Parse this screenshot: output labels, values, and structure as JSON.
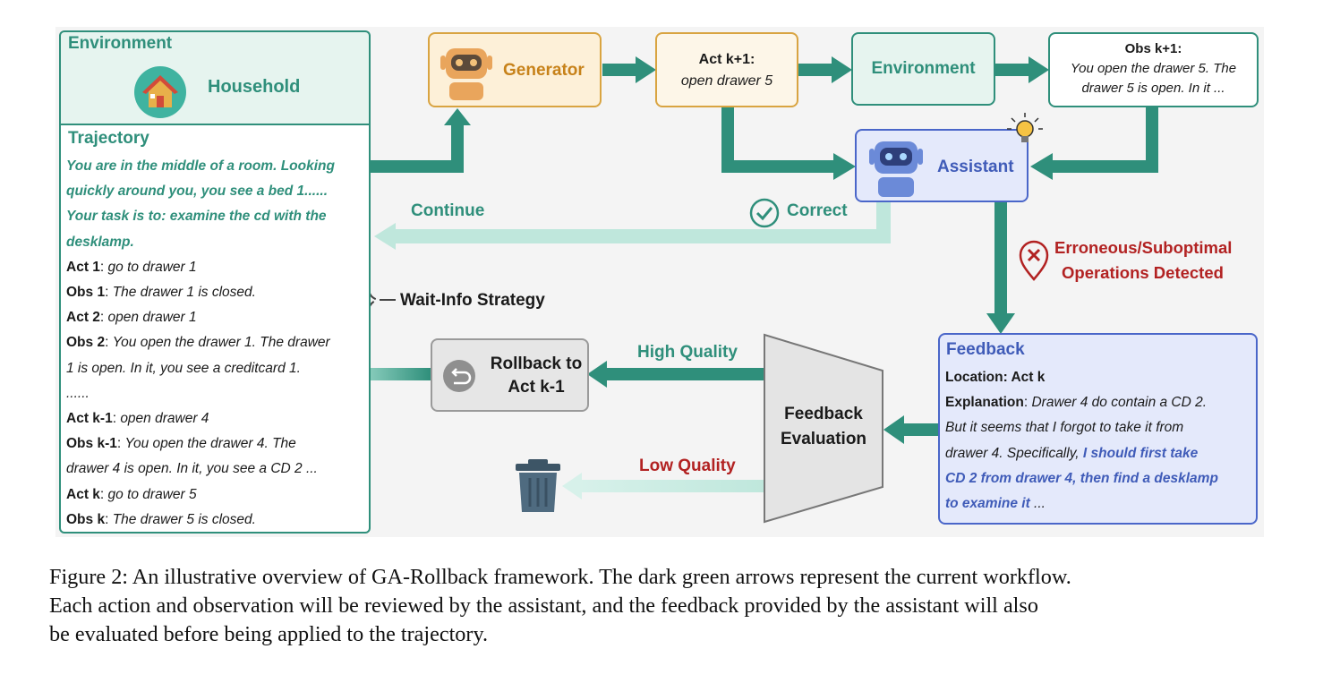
{
  "left_panel": {
    "env_title": "Environment",
    "env_name": "Household",
    "trajectory_title": "Trajectory",
    "intro_lines": [
      "You are in the middle of a room. Looking",
      "quickly around you, you see a bed 1......",
      "Your task is to: examine the cd with the",
      "desklamp."
    ],
    "steps": [
      {
        "label": "Act 1",
        "text": "go to drawer 1"
      },
      {
        "label": "Obs 1",
        "text": "The drawer 1 is closed."
      },
      {
        "label": "Act 2",
        "text": "open drawer 1"
      },
      {
        "label": "Obs 2",
        "text": "You open the drawer 1. The drawer"
      },
      {
        "label": "",
        "text": "1 is open. In it, you see a creditcard 1."
      },
      {
        "label": "",
        "text": "......"
      },
      {
        "label": "Act k-1",
        "text": "open drawer 4"
      },
      {
        "label": "Obs k-1",
        "text": "You open the drawer 4. The"
      },
      {
        "label": "",
        "text": "drawer 4 is open. In it, you see a CD 2 ..."
      },
      {
        "label": "Act k",
        "text": "go to drawer 5"
      },
      {
        "label": "Obs k",
        "text": "The drawer 5 is closed."
      }
    ]
  },
  "generator": {
    "label": "Generator"
  },
  "action": {
    "title": "Act k+1:",
    "text": "open drawer 5"
  },
  "environment": {
    "label": "Environment"
  },
  "observation": {
    "title": "Obs k+1:",
    "line1": "You open the drawer 5. The",
    "line2": "drawer 5 is open. In it ..."
  },
  "assistant": {
    "label": "Assistant"
  },
  "labels": {
    "continue": "Continue",
    "correct": "Correct",
    "error_line1": "Erroneous/Suboptimal",
    "error_line2": "Operations Detected",
    "wait_info": "Wait-Info Strategy",
    "high_quality": "High Quality",
    "low_quality": "Low Quality"
  },
  "rollback": {
    "line1": "Rollback to",
    "line2": "Act k-1"
  },
  "evaluation": {
    "line1": "Feedback",
    "line2": "Evaluation"
  },
  "feedback": {
    "title": "Feedback",
    "location": "Location: Act k",
    "explanation_label": "Explanation",
    "explanation_text": "Drawer 4 do contain a CD 2.",
    "line2": "But it seems that I forgot to take it from",
    "line3_plain": "drawer 4. Specifically, ",
    "line3_blue": "I should first take",
    "line4_blue": "CD 2 from drawer 4, then find a desklamp",
    "line5_blue": "to examine it",
    "line5_plain": " ..."
  },
  "caption": {
    "line1": "Figure 2: An illustrative overview of GA-Rollback framework. The dark green arrows represent the current workflow.",
    "line2": "Each action and observation will be reviewed by the assistant, and the feedback provided by the assistant will also",
    "line3": "be evaluated before being applied to the trajectory."
  },
  "colors": {
    "dark_green": "#2f8f7b",
    "light_green": "#bfe7dc",
    "orange": "#d9a441",
    "blue": "#4a66c9",
    "red": "#b22222",
    "gray": "#9a9a9a"
  }
}
